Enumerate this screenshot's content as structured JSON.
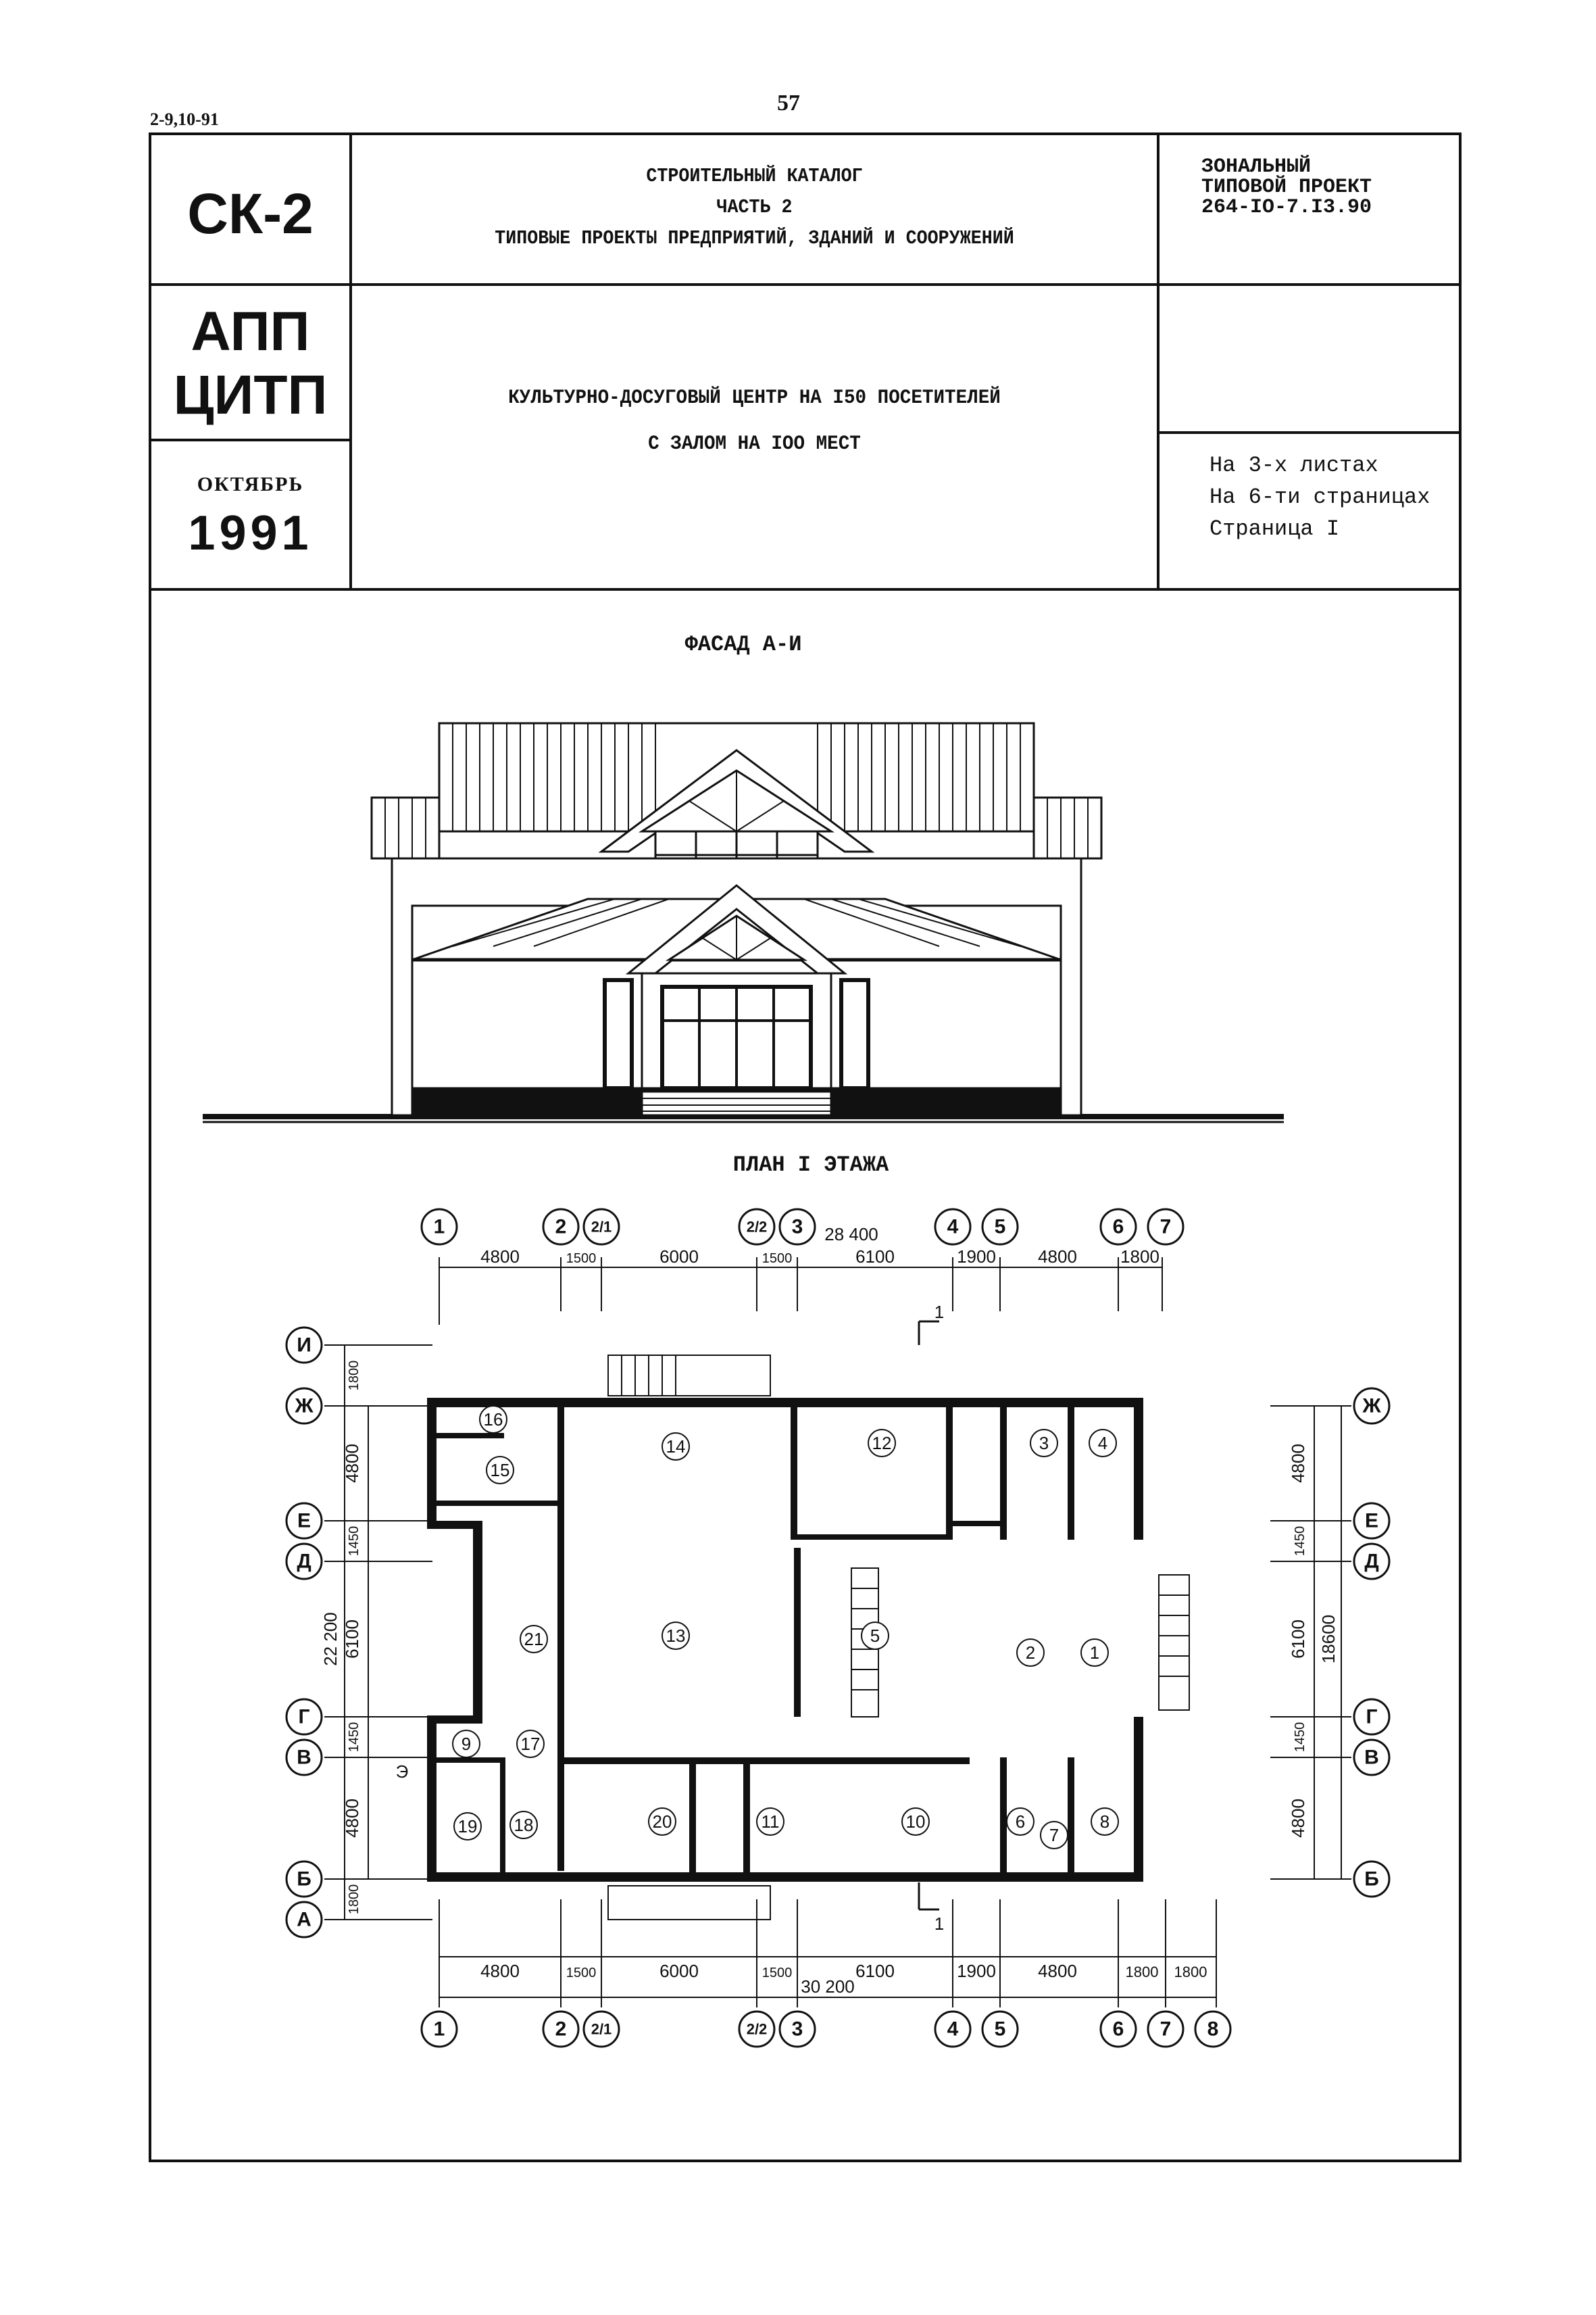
{
  "header": {
    "code": "2-9,10-91",
    "page_number": "57"
  },
  "title_block": {
    "series": "СК-2",
    "catalog_line1": "СТРОИТЕЛЬНЫЙ КАТАЛОГ",
    "catalog_line2": "ЧАСТЬ 2",
    "catalog_line3": "ТИПОВЫЕ ПРОЕКТЫ ПРЕДПРИЯТИЙ, ЗДАНИЙ И СООРУЖЕНИЙ",
    "project_line1": "ЗОНАЛЬНЫЙ",
    "project_line2": "ТИПОВОЙ ПРОЕКТ",
    "project_line3": "264-IO-7.I3.90",
    "org_line1": "АПП",
    "org_line2": "ЦИТП",
    "month": "ОКТЯБРЬ",
    "year": "1991",
    "title_line1": "КУЛЬТУРНО-ДОСУГОВЫЙ ЦЕНТР НА I50 ПОСЕТИТЕЛЕЙ",
    "title_line2": "С ЗАЛОМ НА IOO МЕСТ",
    "sheets_line1": "На 3-х листах",
    "sheets_line2": "На 6-ти страницах",
    "sheets_line3": "Страница I"
  },
  "facade": {
    "caption": "ФАСАД А-И"
  },
  "plan": {
    "caption": "ПЛАН I ЭТАЖА",
    "total_top": "28 400",
    "total_bottom": "30 200",
    "top_dims": [
      "4800",
      "1500",
      "6000",
      "1500",
      "6100",
      "1900",
      "4800",
      "1800"
    ],
    "bottom_dims": [
      "4800",
      "1500",
      "6000",
      "1500",
      "6100",
      "1900",
      "4800",
      "1800",
      "1800"
    ],
    "axes_top": [
      "1",
      "2",
      "2/1",
      "2/2",
      "3",
      "4",
      "5",
      "6",
      "7"
    ],
    "axes_bottom": [
      "1",
      "2",
      "2/1",
      "2/2",
      "3",
      "4",
      "5",
      "6",
      "7",
      "8"
    ],
    "axes_left": [
      "И",
      "Ж",
      "Е",
      "Д",
      "Г",
      "В",
      "Б",
      "А"
    ],
    "axes_right": [
      "Ж",
      "Е",
      "Д",
      "Г",
      "В",
      "Б"
    ],
    "left_dims": [
      "1800",
      "4800",
      "1450",
      "6100",
      "1450",
      "4800",
      "1800"
    ],
    "left_total": "22 200",
    "right_dims": [
      "4800",
      "1450",
      "6100",
      "1450",
      "4800"
    ],
    "right_total": "18600",
    "section_mark": "1",
    "section_mark_alt": "Э",
    "rooms": [
      "1",
      "2",
      "3",
      "4",
      "5",
      "6",
      "7",
      "8",
      "9",
      "10",
      "11",
      "12",
      "13",
      "14",
      "15",
      "16",
      "17",
      "18",
      "19",
      "20",
      "21"
    ]
  }
}
